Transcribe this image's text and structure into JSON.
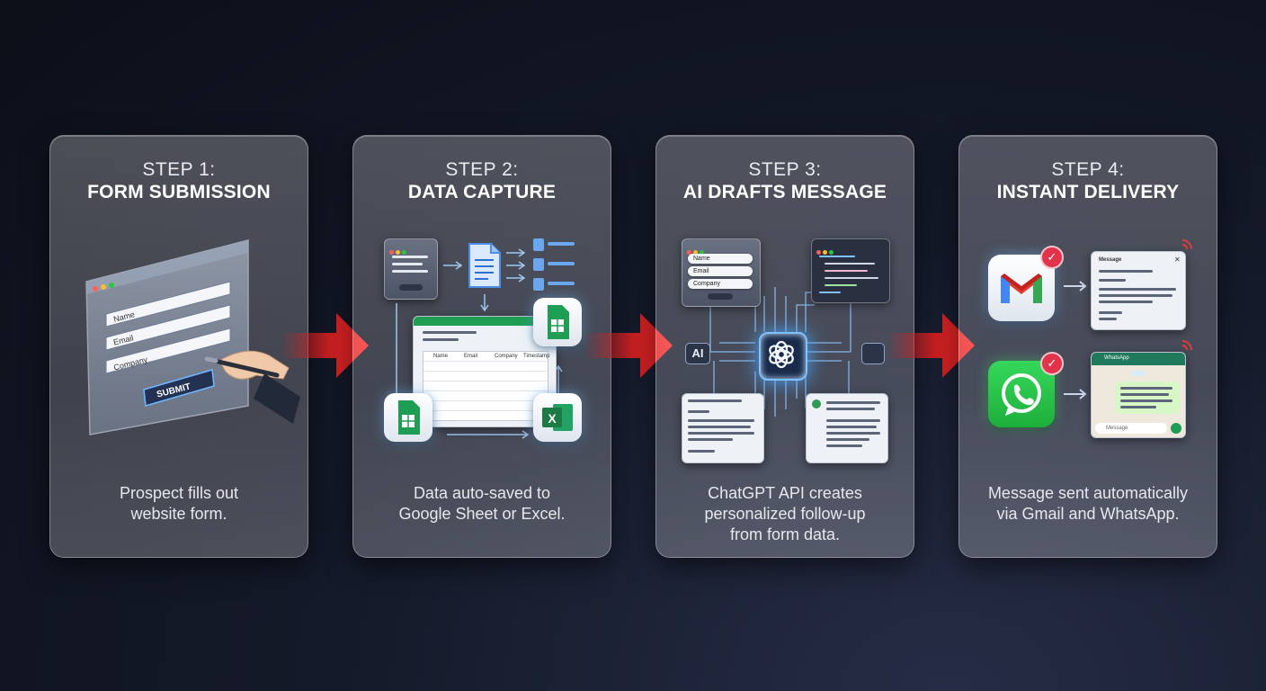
{
  "steps": [
    {
      "number": "STEP 1:",
      "title": "FORM SUBMISSION",
      "description": [
        "Prospect fills out",
        "website form."
      ],
      "illustration": {
        "fields": [
          "Name",
          "Email",
          "Company"
        ],
        "button": "SUBMIT",
        "icons": [
          "form-window-icon",
          "hand-pen-icon"
        ]
      }
    },
    {
      "number": "STEP 2:",
      "title": "DATA CAPTURE",
      "description": [
        "Data auto-saved to",
        "Google Sheet or Excel."
      ],
      "illustration": {
        "columns": [
          "Name",
          "Email",
          "Company",
          "Timestamp"
        ],
        "icons": [
          "form-icon",
          "document-icon",
          "google-sheets-icon",
          "excel-icon"
        ]
      }
    },
    {
      "number": "STEP 3:",
      "title": "AI DRAFTS MESSAGE",
      "description": [
        "ChatGPT API creates",
        "personalized follow-up",
        "from form data."
      ],
      "illustration": {
        "fields": [
          "Name",
          "Email",
          "Company"
        ],
        "chip_label": "AI",
        "icons": [
          "openai-chip-icon",
          "code-window-icon",
          "email-draft-icon",
          "message-draft-icon"
        ]
      }
    },
    {
      "number": "STEP 4:",
      "title": "INSTANT DELIVERY",
      "description": [
        "Message sent automatically",
        "via Gmail and WhatsApp."
      ],
      "illustration": {
        "gmail_window_title": "Message",
        "whatsapp_window_title": "WhatsApp",
        "whatsapp_input": "Message",
        "icons": [
          "gmail-icon",
          "whatsapp-icon",
          "check-icon"
        ]
      }
    }
  ],
  "colors": {
    "arrow": "#d81f1f",
    "google_sheets": "#1e9e52",
    "excel": "#1d7a45",
    "whatsapp": "#25c241",
    "gmail_red": "#e33b2e",
    "chip_glow": "#4aa8ff"
  }
}
